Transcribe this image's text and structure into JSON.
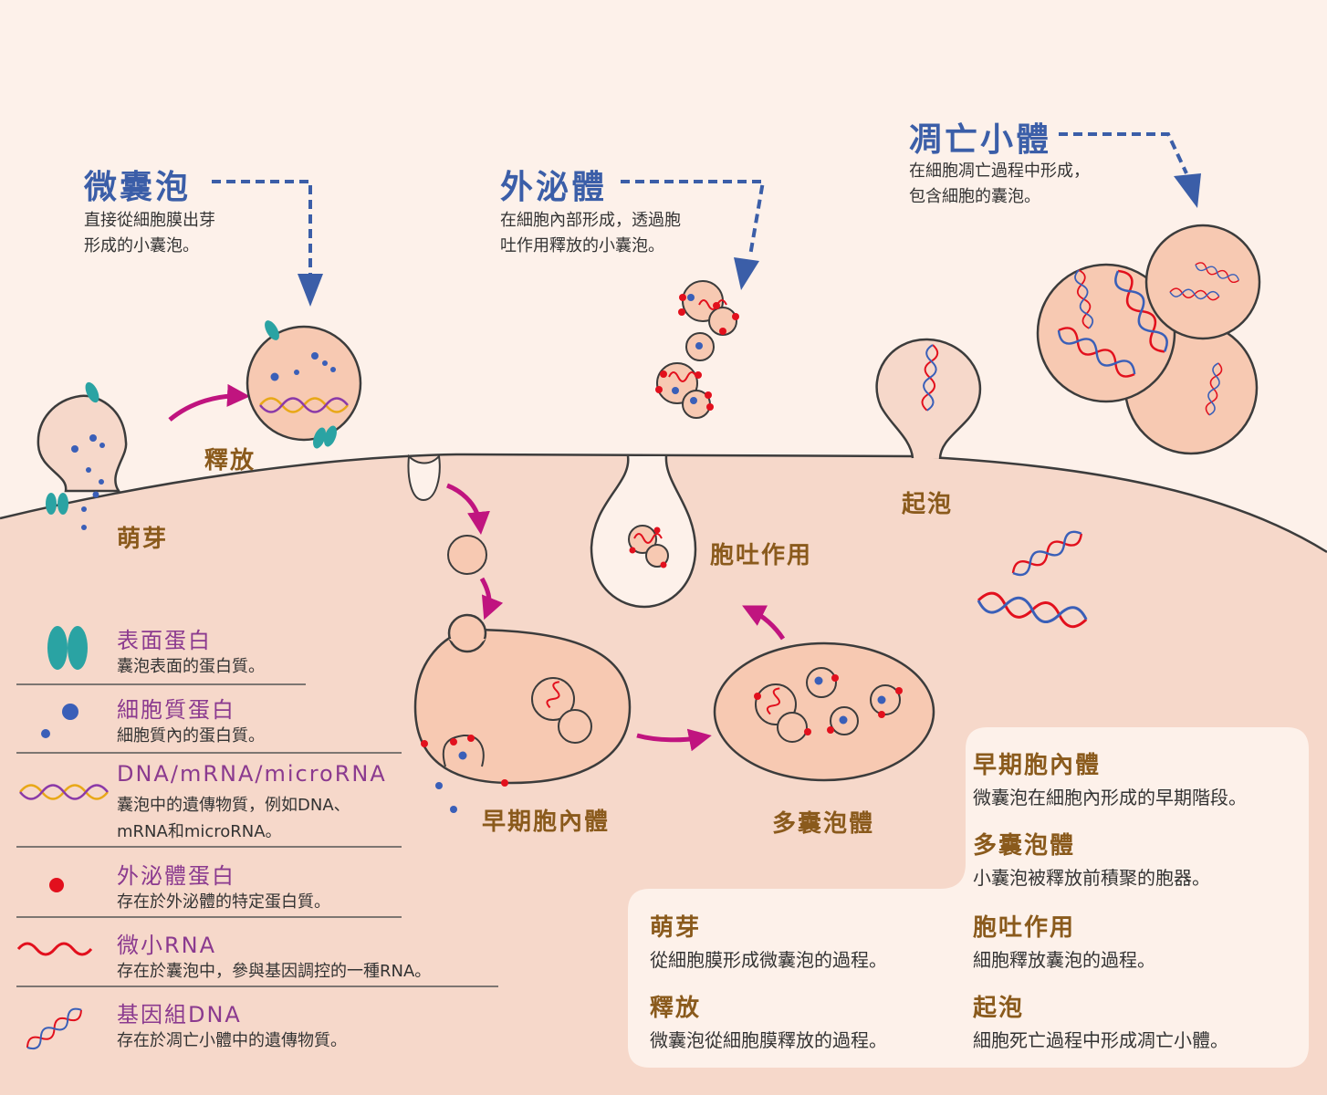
{
  "colors": {
    "background": "#fdf1ea",
    "cell": "#f6d8ca",
    "vesicle": "#f7c9b2",
    "outline": "#3c3c3c",
    "title_blue": "#3b5ea8",
    "label_brown": "#8a5a1c",
    "legend_purple": "#8b3a8f",
    "arrow_magenta": "#c0147f",
    "protein_teal": "#2aa3a3",
    "cytoplasm_protein": "#3a5fb8",
    "exosome_protein": "#e2101d"
  },
  "titles": {
    "microvesicle": {
      "title": "微囊泡",
      "line1": "直接從細胞膜出芽",
      "line2": "形成的小囊泡。"
    },
    "exosome": {
      "title": "外泌體",
      "line1": "在細胞內部形成，透過胞",
      "line2": "吐作用釋放的小囊泡。"
    },
    "apoptotic": {
      "title": "凋亡小體",
      "line1": "在細胞凋亡過程中形成，",
      "line2": "包含細胞的囊泡。"
    }
  },
  "labels": {
    "release": "釋放",
    "budding": "萌芽",
    "exocytosis": "胞吐作用",
    "blebbing": "起泡",
    "early_endosome": "早期胞內體",
    "mvb": "多囊泡體"
  },
  "legend": [
    {
      "icon": "surface-protein-icon",
      "title": "表面蛋白",
      "desc": "囊泡表面的蛋白質。"
    },
    {
      "icon": "cytoplasmic-protein-icon",
      "title": "細胞質蛋白",
      "desc": "細胞質內的蛋白質。"
    },
    {
      "icon": "nucleic-acid-icon",
      "title": "DNA/mRNA/microRNA",
      "desc": "囊泡中的遺傳物質，例如DNA、",
      "desc2": "mRNA和microRNA。"
    },
    {
      "icon": "exosome-protein-icon",
      "title": "外泌體蛋白",
      "desc": "存在於外泌體的特定蛋白質。"
    },
    {
      "icon": "microrna-icon",
      "title": "微小RNA",
      "desc": "存在於囊泡中，參與基因調控的一種RNA。"
    },
    {
      "icon": "genomic-dna-icon",
      "title": "基因組DNA",
      "desc": "存在於凋亡小體中的遺傳物質。"
    }
  ],
  "glossary": {
    "early_endosome": {
      "title": "早期胞內體",
      "desc": "微囊泡在細胞內形成的早期階段。"
    },
    "mvb": {
      "title": "多囊泡體",
      "desc": "小囊泡被釋放前積聚的胞器。"
    },
    "budding": {
      "title": "萌芽",
      "desc": "從細胞膜形成微囊泡的過程。"
    },
    "exocytosis": {
      "title": "胞吐作用",
      "desc": "細胞釋放囊泡的過程。"
    },
    "release": {
      "title": "釋放",
      "desc": "微囊泡從細胞膜釋放的過程。"
    },
    "blebbing": {
      "title": "起泡",
      "desc": "細胞死亡過程中形成凋亡小體。"
    }
  }
}
